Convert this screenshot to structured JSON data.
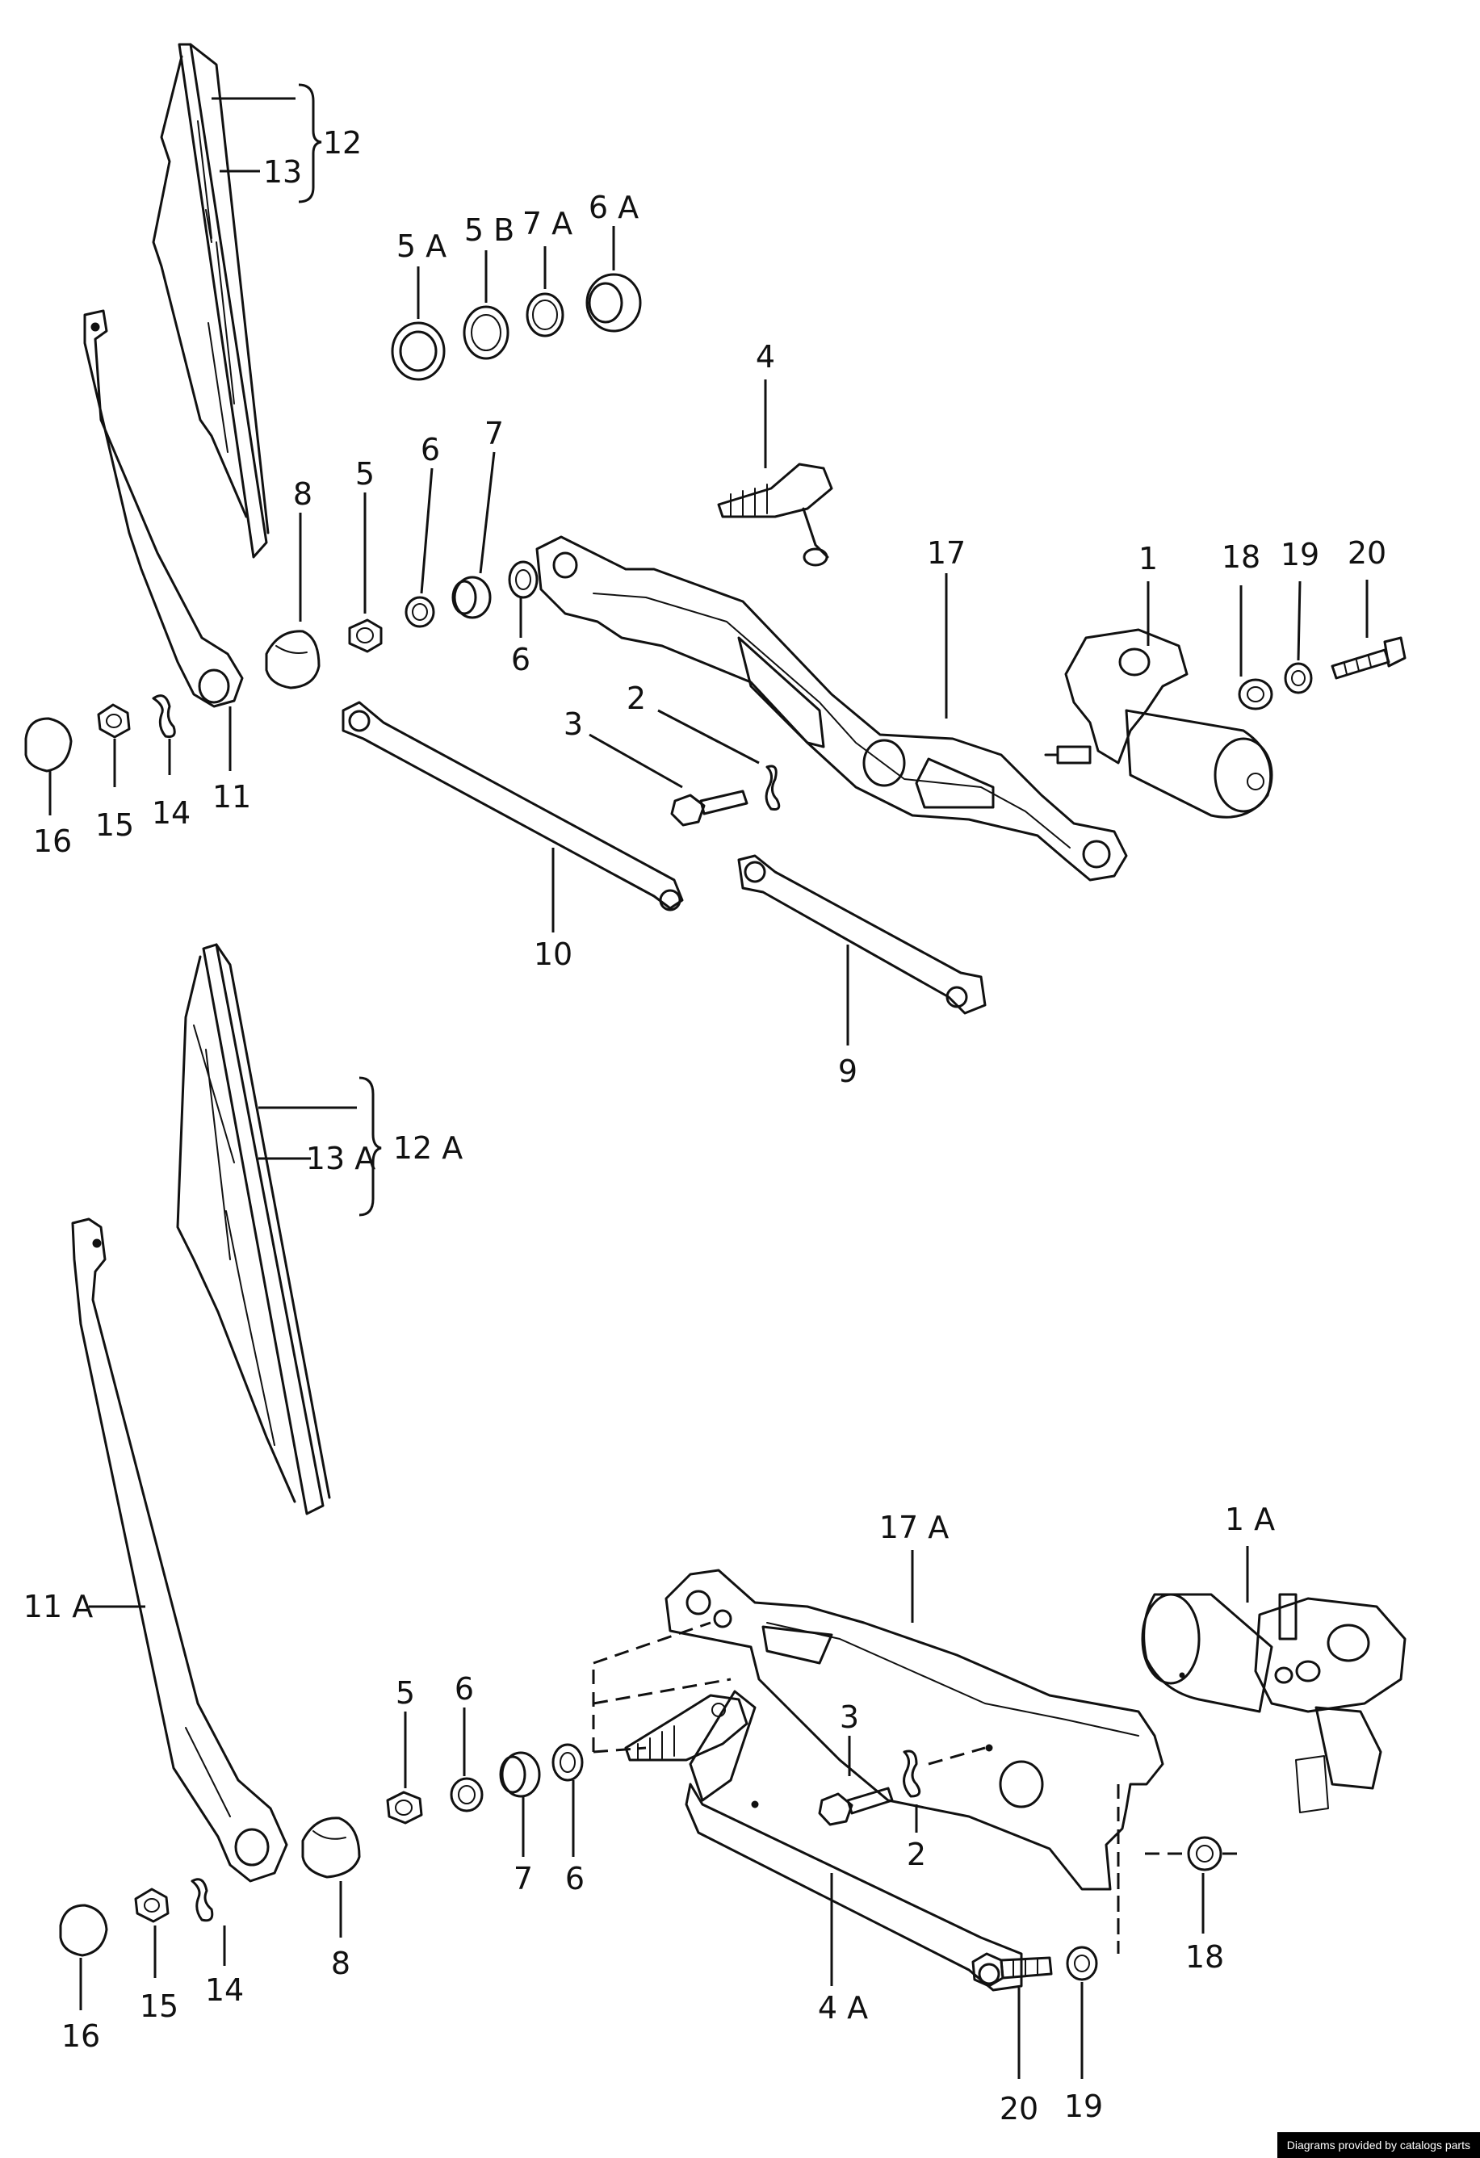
{
  "callouts": {
    "c12": "12",
    "c13": "13",
    "c5A": "5 A",
    "c5B": "5 B",
    "c7A": "7 A",
    "c6A": "6 A",
    "c4_top": "4",
    "c8_top": "8",
    "c5_top": "5",
    "c6_top": "6",
    "c7_top": "7",
    "c6b_top": "6",
    "c17": "17",
    "c1": "1",
    "c18_top": "18",
    "c19_top": "19",
    "c20_top": "20",
    "c2_top": "2",
    "c3_top": "3",
    "c16_top": "16",
    "c15_top": "15",
    "c14_top": "14",
    "c11": "11",
    "c10": "10",
    "c9": "9",
    "c12A": "12 A",
    "c13A": "13 A",
    "c17A": "17 A",
    "c1A": "1 A",
    "c11A": "11 A",
    "c5_bot": "5",
    "c6_bot": "6",
    "c3_bot": "3",
    "c7_bot": "7",
    "c6b_bot": "6",
    "c2_bot": "2",
    "c8_bot": "8",
    "c14_bot": "14",
    "c15_bot": "15",
    "c16_bot": "16",
    "c4A": "4 A",
    "c18_bot": "18",
    "c20_bot": "20",
    "c19_bot": "19"
  },
  "credit": "Diagrams provided by catalogs parts"
}
